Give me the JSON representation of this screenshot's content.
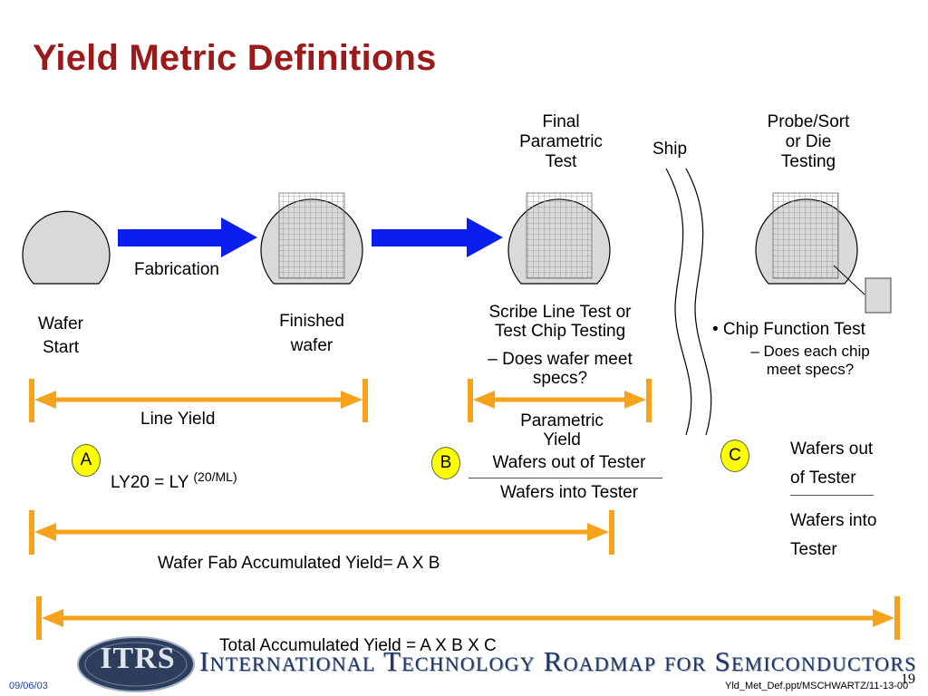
{
  "title": "Yield Metric Definitions",
  "labels": {
    "wafer_start": "Wafer\nStart",
    "fabrication": "Fabrication",
    "finished_wafer": "Finished\nwafer",
    "final_parametric_test": "Final\nParametric\nTest",
    "ship": "Ship",
    "probe_sort": "Probe/Sort\nor Die\nTesting",
    "scribe_line": "Scribe Line Test or\nTest Chip Testing",
    "does_wafer_meet": "– Does wafer meet\nspecs?",
    "chip_function": "• Chip Function Test",
    "does_each_chip": "– Does each chip\nmeet specs?",
    "line_yield": "Line Yield",
    "parametric_yield": "Parametric\nYield",
    "ly_formula": "LY20 = LY ",
    "ly_exponent": "(20/ML)",
    "b_numerator": "Wafers out of Tester",
    "b_denominator": "Wafers into Tester",
    "c_numerator": "Wafers out\nof Tester",
    "c_denominator": "Wafers into\nTester",
    "wafer_fab_accumulated": "Wafer Fab Accumulated Yield= A X B",
    "total_accumulated": "Total Accumulated Yield = A X B X C"
  },
  "badges": {
    "a": "A",
    "b": "B",
    "c": "C"
  },
  "footer": {
    "date": "09/06/03",
    "file": "Yld_Met_Def.ppt/MSCHWARTZ/11-13-00",
    "page": "19",
    "logo_abbrev": "ITRS",
    "logo_text": "International Technology Roadmap for Semiconductors"
  },
  "colors": {
    "title": "#9b1b1b",
    "arrow_blue": "#0a1ef0",
    "bracket_orange": "#f7a21b",
    "wafer_fill": "#d9d9d9",
    "badge_yellow": "#ffff00"
  }
}
